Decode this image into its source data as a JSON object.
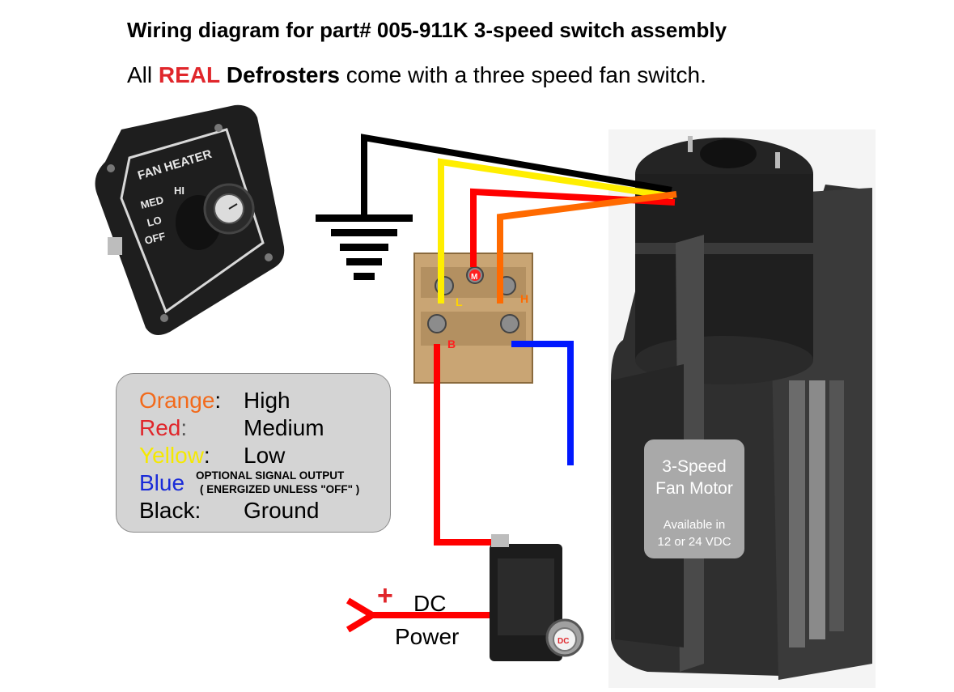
{
  "title": "Wiring diagram for part# 005-911K 3-speed switch assembly",
  "subtitle": {
    "prefix": "All ",
    "highlight": "REAL",
    "bold": "Defrosters",
    "suffix": " come with a three speed fan switch."
  },
  "switch_panel": {
    "heading": "FAN HEATER",
    "hi": "HI",
    "med": "MED",
    "lo": "LO",
    "off": "OFF"
  },
  "terminal_block": {
    "m": "M",
    "l": "L",
    "h": "H",
    "b": "B"
  },
  "legend": {
    "orange": {
      "name": "Orange",
      "sep": ":",
      "meaning": "High"
    },
    "red": {
      "name": "Red",
      "sep": ":",
      "meaning": "Medium"
    },
    "yellow": {
      "name": "Yellow",
      "sep": ":",
      "meaning": "Low"
    },
    "blue": {
      "name": "Blue",
      "note_line1": "OPTIONAL SIGNAL OUTPUT",
      "note_line2": "( ENERGIZED UNLESS \"OFF\" )"
    },
    "black": {
      "name": "Black:",
      "meaning": "Ground"
    }
  },
  "motor_label": {
    "line1": "3-Speed",
    "line2": "Fan Motor",
    "line3": "Available in",
    "line4": "12 or 24 VDC"
  },
  "dc_power": {
    "plus": "+",
    "line1": "DC",
    "line2": "Power"
  },
  "breaker": {
    "button": "DC"
  },
  "colors": {
    "black_wire": "#000000",
    "yellow_wire": "#ffee00",
    "red_wire": "#ff0000",
    "orange_wire": "#ff6a00",
    "blue_wire": "#0018ff",
    "orange_text": "#f26a1b",
    "red_text": "#e0262b",
    "yellow_text": "#f5e900",
    "blue_text": "#1a2bd8",
    "legend_bg": "#d4d4d4",
    "motor_label_bg": "#a9a9a9"
  }
}
